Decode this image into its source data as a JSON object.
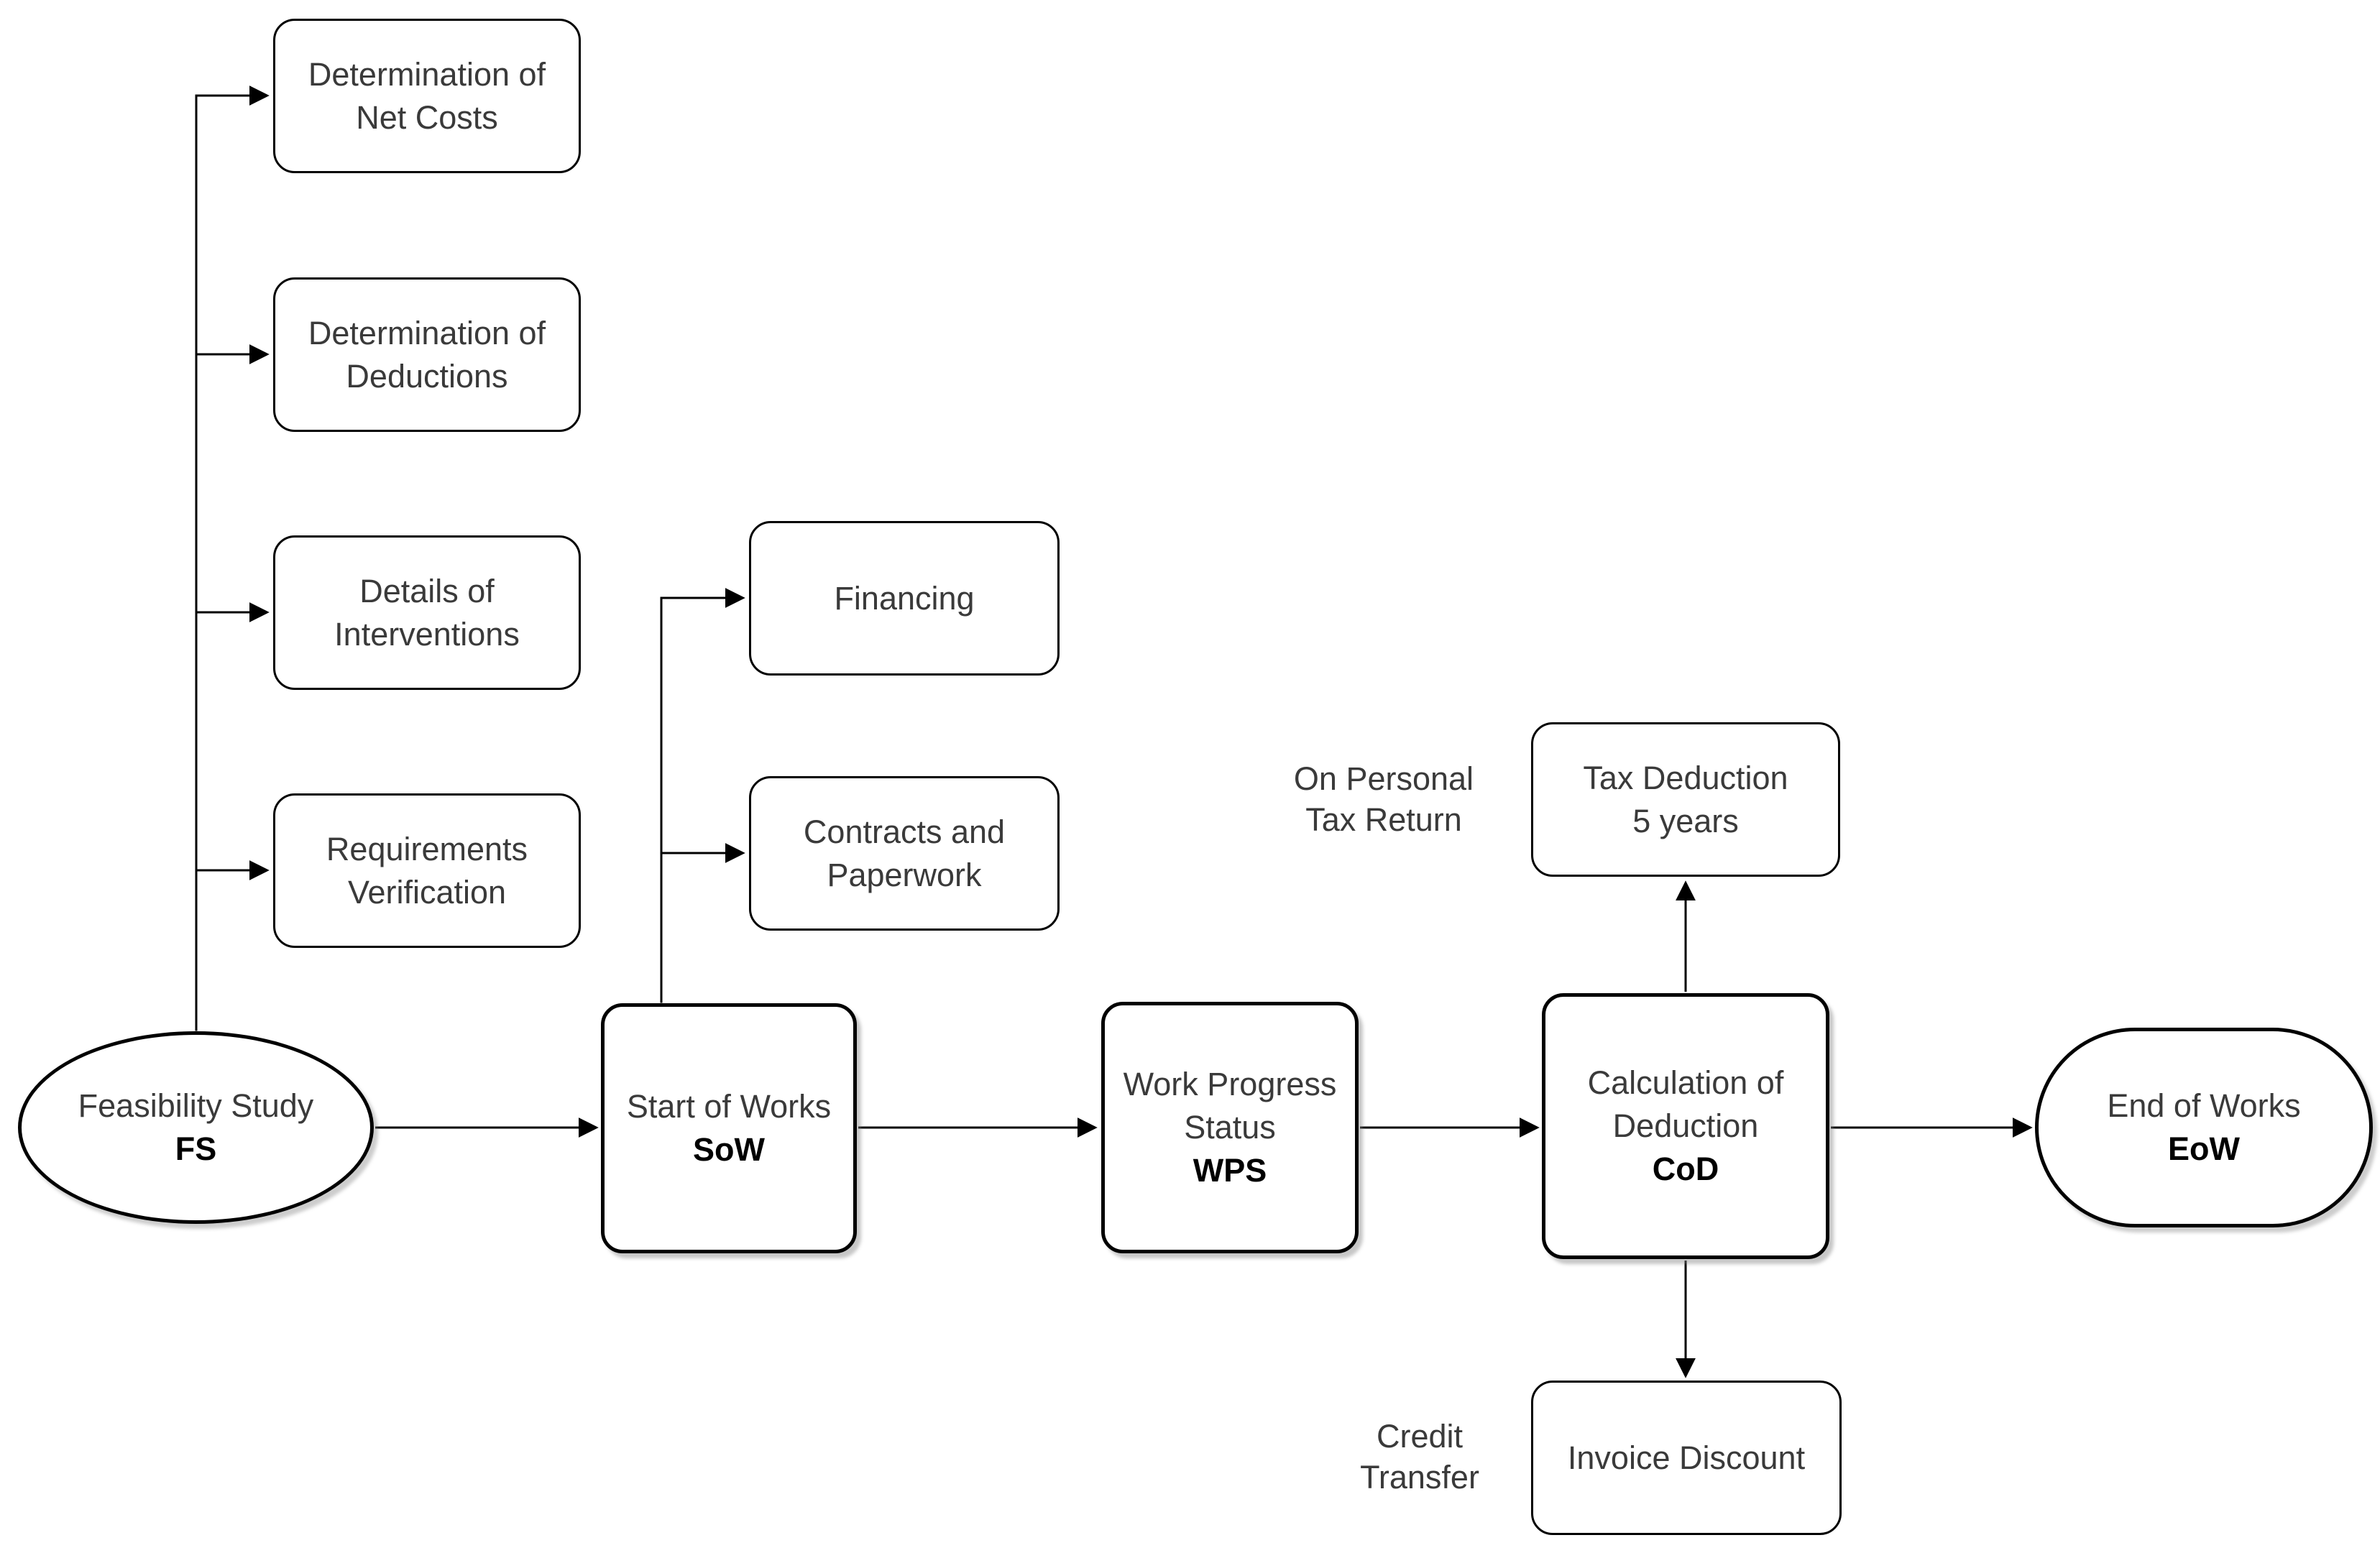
{
  "diagram": {
    "type": "flowchart",
    "colors": {
      "background": "#ffffff",
      "stroke": "#000000",
      "text": "#3a3a3a",
      "abbr_text": "#000000"
    },
    "main_flow": [
      {
        "id": "FS",
        "shape": "ellipse",
        "lines": [
          "Feasibility Study"
        ],
        "abbr": "FS"
      },
      {
        "id": "SoW",
        "shape": "rounded-rect",
        "lines": [
          "Start of Works"
        ],
        "abbr": "SoW"
      },
      {
        "id": "WPS",
        "shape": "rounded-rect",
        "lines": [
          "Work Progress",
          "Status"
        ],
        "abbr": "WPS"
      },
      {
        "id": "CoD",
        "shape": "rounded-rect",
        "lines": [
          "Calculation of",
          "Deduction"
        ],
        "abbr": "CoD"
      },
      {
        "id": "EoW",
        "shape": "stadium",
        "lines": [
          "End of Works"
        ],
        "abbr": "EoW"
      }
    ],
    "fs_subtasks": [
      {
        "lines": [
          "Determination of",
          "Net Costs"
        ]
      },
      {
        "lines": [
          "Determination of",
          "Deductions"
        ]
      },
      {
        "lines": [
          "Details of",
          "Interventions"
        ]
      },
      {
        "lines": [
          "Requirements",
          "Verification"
        ]
      }
    ],
    "sow_subtasks": [
      {
        "lines": [
          "Financing"
        ]
      },
      {
        "lines": [
          "Contracts and",
          "Paperwork"
        ]
      }
    ],
    "cod_outputs": [
      {
        "direction": "up",
        "annotation_lines": [
          "On Personal",
          "Tax Return"
        ],
        "box_lines": [
          "Tax Deduction",
          "5 years"
        ]
      },
      {
        "direction": "down",
        "annotation_lines": [
          "Credit",
          "Transfer"
        ],
        "box_lines": [
          "Invoice Discount"
        ]
      }
    ]
  }
}
